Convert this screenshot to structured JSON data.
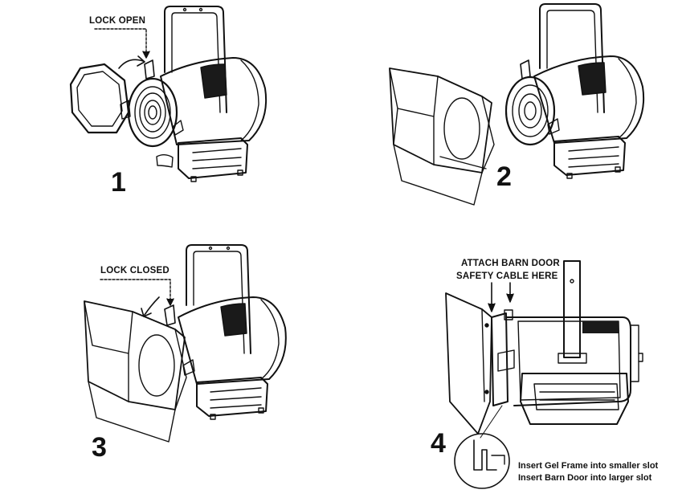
{
  "steps": {
    "one": {
      "number": "1",
      "label": "LOCK OPEN"
    },
    "two": {
      "number": "2"
    },
    "three": {
      "number": "3",
      "label": "LOCK CLOSED"
    },
    "four": {
      "number": "4",
      "callout_line1": "ATTACH BARN DOOR",
      "callout_line2": "SAFETY CABLE HERE",
      "note_line1": "Insert Gel Frame into smaller slot",
      "note_line2": "Insert Barn Door into larger slot"
    }
  },
  "colors": {
    "ink": "#111111",
    "paper": "#ffffff",
    "shade": "#1a1a1a"
  }
}
